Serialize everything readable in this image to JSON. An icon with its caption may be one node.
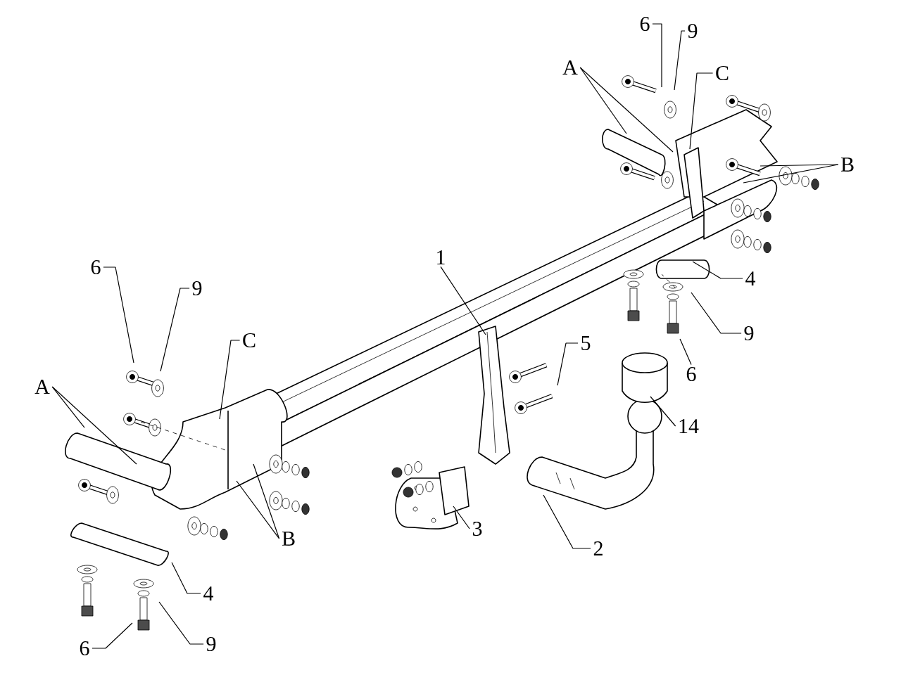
{
  "diagram": {
    "nodes": [
      {
        "text": [
          "6"
        ]
      },
      {
        "text": [
          "9"
        ]
      },
      {
        "text": [
          "A"
        ]
      },
      {
        "text": [
          "C"
        ]
      },
      {
        "text": [
          "B"
        ]
      },
      {
        "text": [
          "1"
        ]
      },
      {
        "text": [
          "6"
        ]
      },
      {
        "text": [
          "4"
        ]
      },
      {
        "text": [
          "9"
        ]
      },
      {
        "text": [
          "9"
        ]
      },
      {
        "text": [
          "C"
        ]
      },
      {
        "text": [
          "5"
        ]
      },
      {
        "text": [
          "6"
        ]
      },
      {
        "text": [
          "A"
        ]
      },
      {
        "text": [
          "14"
        ]
      },
      {
        "text": [
          "3"
        ]
      },
      {
        "text": [
          "B"
        ]
      },
      {
        "text": [
          "2"
        ]
      },
      {
        "text": [
          "4"
        ]
      },
      {
        "text": [
          "9"
        ]
      },
      {
        "text": [
          "6"
        ]
      }
    ],
    "edges": [
      {
        "from": 0,
        "to": null,
        "arrow": "none"
      },
      {
        "from": 1,
        "to": null,
        "arrow": "none"
      },
      {
        "from": 2,
        "to": null,
        "arrow": "none"
      },
      {
        "from": 2,
        "to": null,
        "arrow": "none"
      },
      {
        "from": 3,
        "to": null,
        "arrow": "none"
      },
      {
        "from": 4,
        "to": null,
        "arrow": "none"
      },
      {
        "from": 4,
        "to": null,
        "arrow": "none"
      },
      {
        "from": 5,
        "to": null,
        "arrow": "none"
      },
      {
        "from": 6,
        "to": null,
        "arrow": "none"
      },
      {
        "from": 7,
        "to": null,
        "arrow": "none"
      },
      {
        "from": 8,
        "to": null,
        "arrow": "none"
      },
      {
        "from": 9,
        "to": null,
        "arrow": "none"
      },
      {
        "from": 10,
        "to": null,
        "arrow": "none"
      },
      {
        "from": 11,
        "to": null,
        "arrow": "none"
      },
      {
        "from": 12,
        "to": null,
        "arrow": "none"
      },
      {
        "from": 13,
        "to": null,
        "arrow": "none"
      },
      {
        "from": 13,
        "to": null,
        "arrow": "none"
      },
      {
        "from": 14,
        "to": null,
        "arrow": "none"
      },
      {
        "from": 15,
        "to": null,
        "arrow": "none"
      },
      {
        "from": 16,
        "to": null,
        "arrow": "none"
      },
      {
        "from": 16,
        "to": null,
        "arrow": "none"
      },
      {
        "from": 17,
        "to": null,
        "arrow": "none"
      },
      {
        "from": 18,
        "to": null,
        "arrow": "none"
      },
      {
        "from": 19,
        "to": null,
        "arrow": "none"
      },
      {
        "from": 20,
        "to": null,
        "arrow": "none"
      }
    ]
  }
}
